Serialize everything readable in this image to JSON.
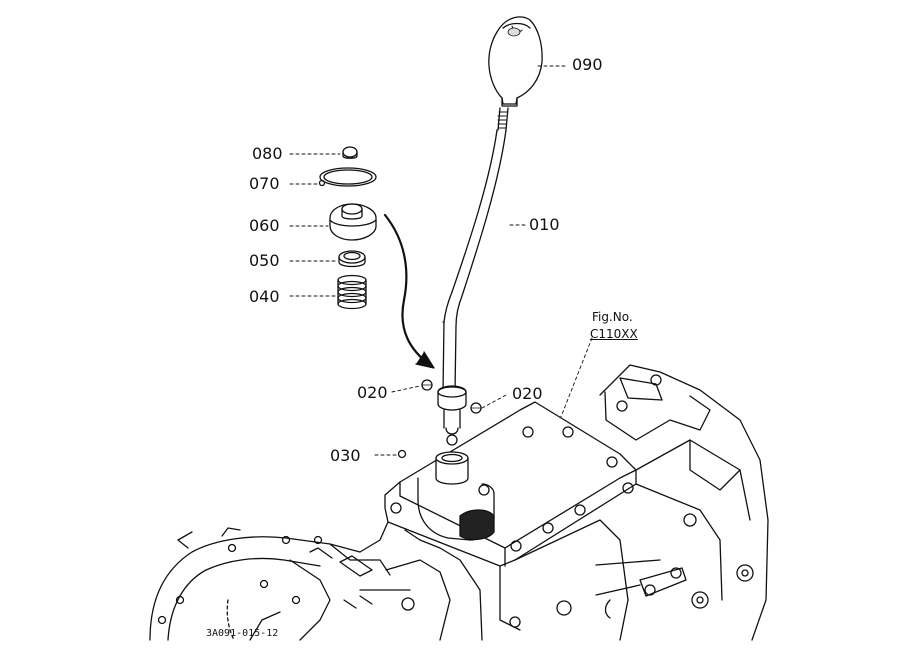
{
  "callouts": {
    "p090": "090",
    "p010": "010",
    "p080": "080",
    "p070": "070",
    "p060": "060",
    "p050": "050",
    "p040": "040",
    "p020_left": "020",
    "p020_right": "020",
    "p030": "030"
  },
  "figure_ref": {
    "label": "Fig.No.",
    "code": "C110XX"
  },
  "drawing_code": "3A091-015-12",
  "colors": {
    "ink": "#111111",
    "background": "#ffffff"
  }
}
